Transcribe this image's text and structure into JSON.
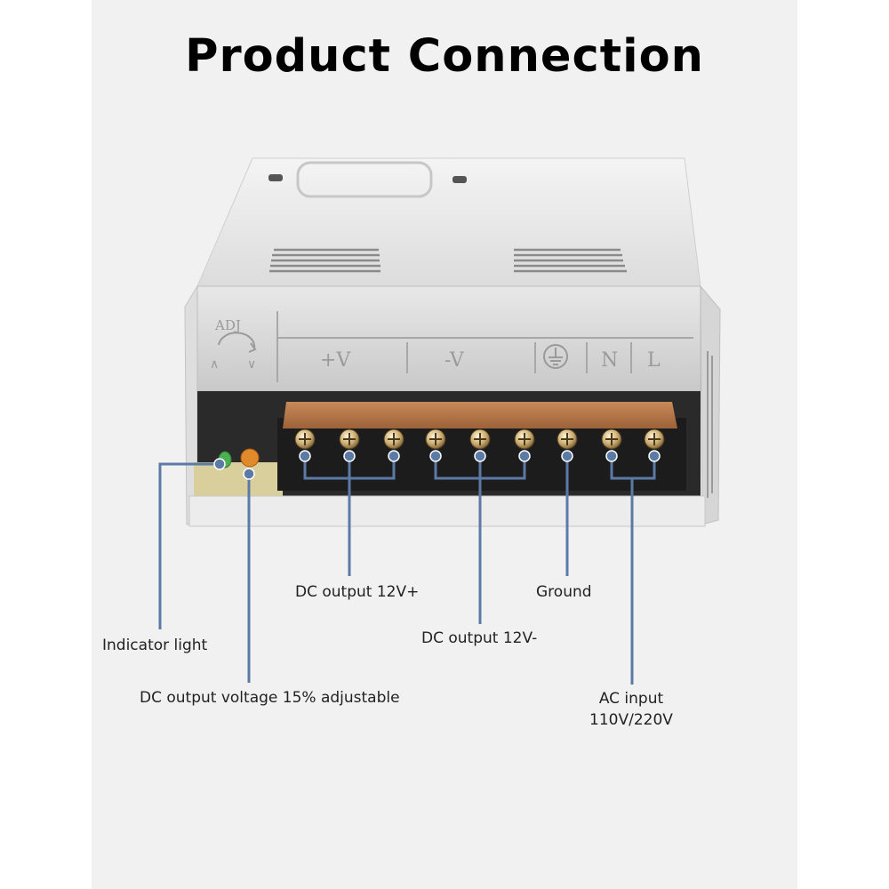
{
  "title": "Product Connection",
  "device_markings": {
    "adj": "ADJ",
    "v_plus": "+V",
    "v_minus": "-V",
    "n": "N",
    "l": "L"
  },
  "callouts": {
    "dc_plus": "DC output 12V+",
    "ground": "Ground",
    "indicator": "Indicator light",
    "dc_minus": "DC output 12V-",
    "adjustable": "DC output voltage 15% adjustable",
    "ac_input_line1": "AC input",
    "ac_input_line2": "110V/220V"
  },
  "colors": {
    "callout_line": "#5b7aa6",
    "terminal_block": "#1c1c1c",
    "cover": "#b57a4e",
    "indicator_led": "#4caf50",
    "potentiometer": "#e08a2c"
  },
  "icons": [
    "ground-symbol-icon",
    "adjust-arrow-icon"
  ]
}
